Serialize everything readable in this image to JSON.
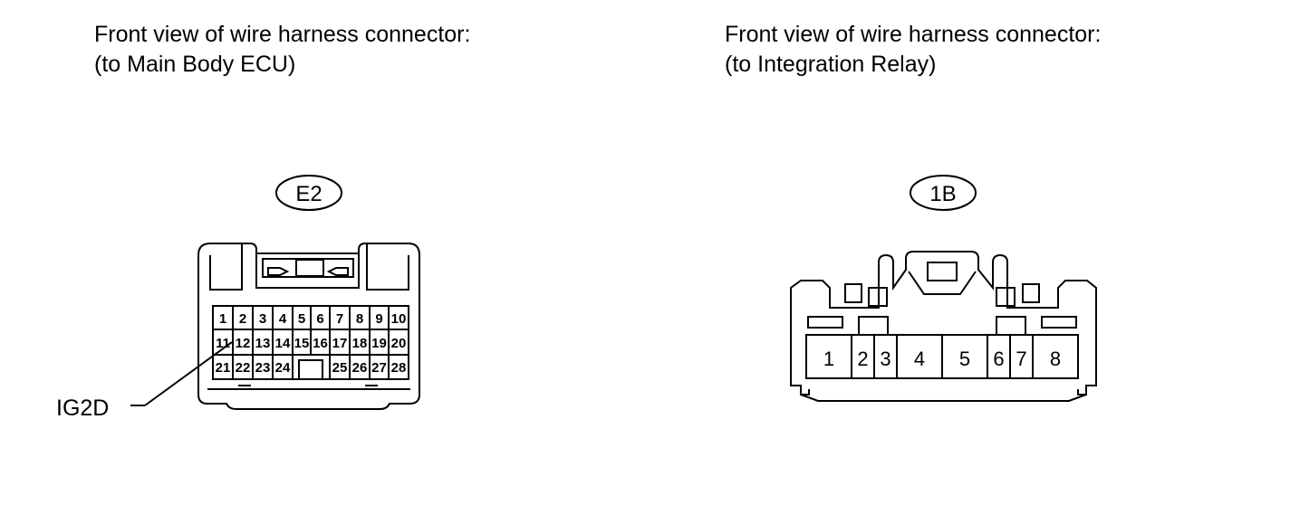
{
  "left": {
    "caption_line1": "Front view of wire harness connector:",
    "caption_line2": "(to Main Body ECU)",
    "connector_code": "E2",
    "row1": [
      "1",
      "2",
      "3",
      "4",
      "5",
      "6",
      "7",
      "8",
      "9",
      "10"
    ],
    "row2": [
      "11",
      "12",
      "13",
      "14",
      "15",
      "16",
      "17",
      "18",
      "19",
      "20"
    ],
    "row3a": [
      "21",
      "22",
      "23",
      "24"
    ],
    "row3b": [
      "25",
      "26",
      "27",
      "28"
    ],
    "callout_label": "IG2D"
  },
  "right": {
    "caption_line1": "Front view of wire harness connector:",
    "caption_line2": "(to Integration Relay)",
    "connector_code": "1B",
    "pins": [
      "1",
      "2",
      "3",
      "4",
      "5",
      "6",
      "7",
      "8"
    ]
  }
}
